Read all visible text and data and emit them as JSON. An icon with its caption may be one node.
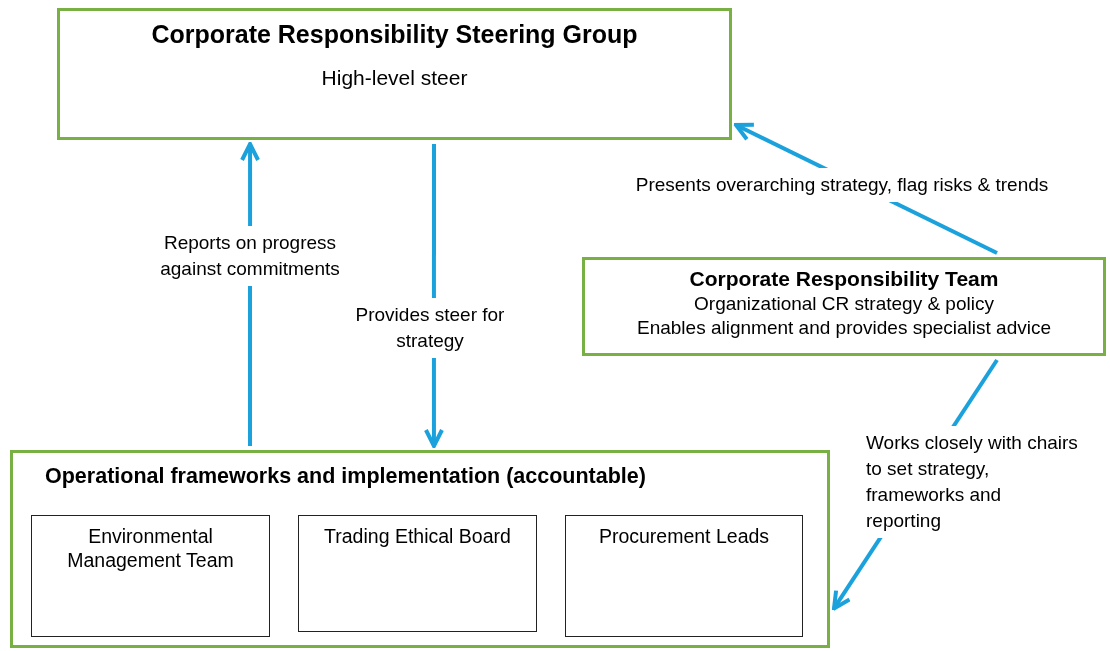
{
  "diagram": {
    "nodes": [
      {
        "text": [
          "Corporate Responsibility Steering Group",
          "High-level steer"
        ]
      },
      {
        "text": [
          "Corporate Responsibility Team",
          "Organizational CR strategy & policy",
          "Enables alignment and provides specialist advice"
        ]
      },
      {
        "text": [
          "Operational frameworks and implementation (accountable)"
        ]
      },
      {
        "text": [
          "Environmental Management Team"
        ],
        "in": 2
      },
      {
        "text": [
          "Trading Ethical Board"
        ],
        "in": 2
      },
      {
        "text": [
          "Procurement Leads"
        ],
        "in": 2
      }
    ],
    "edges": [
      {
        "from": 2,
        "to": 0,
        "arrow": "to",
        "label": "Reports on progress against commitments"
      },
      {
        "from": 0,
        "to": 2,
        "arrow": "to",
        "label": "Provides steer for strategy"
      },
      {
        "from": 1,
        "to": 0,
        "arrow": "to",
        "label": "Presents overarching strategy, flag risks & trends"
      },
      {
        "from": 1,
        "to": 2,
        "arrow": "to",
        "label": "Works closely with chairs to set strategy, frameworks and reporting"
      }
    ]
  }
}
